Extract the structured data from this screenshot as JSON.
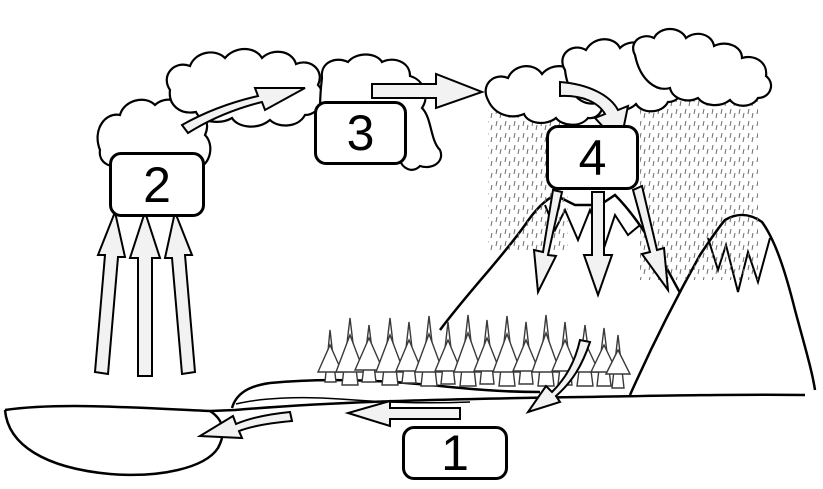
{
  "diagram": {
    "labels": {
      "one": "1",
      "two": "2",
      "three": "3",
      "four": "4"
    },
    "colors": {
      "line": "#000000",
      "fill": "#ffffff",
      "arrow_fill": "#f2f2f2",
      "rain": "#6e6e6e",
      "tree": "#3a3a3a"
    }
  }
}
